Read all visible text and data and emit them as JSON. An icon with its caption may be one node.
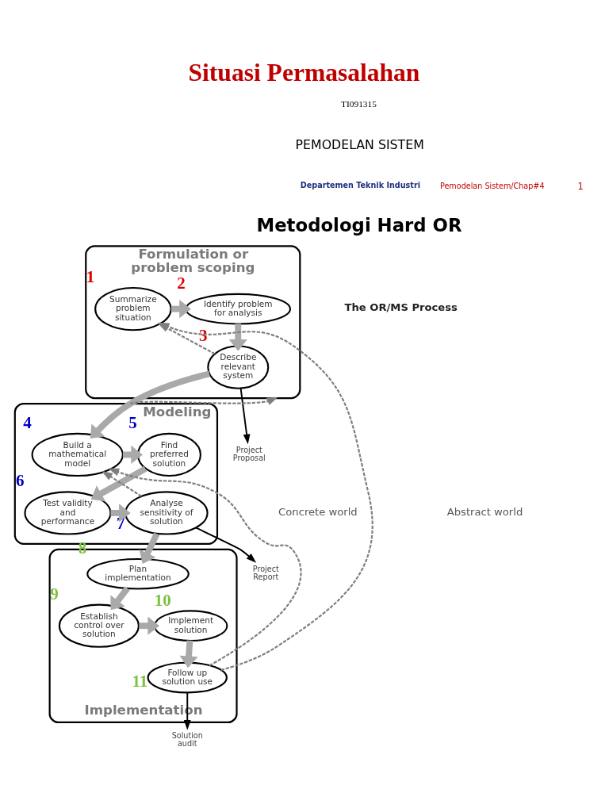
{
  "diagram": {
    "title": "Situasi Permasalahan",
    "nodes": [
      {
        "text": [
          "Formulation or problem scoping"
        ]
      },
      {
        "text": [
          "Summarize problem situation"
        ],
        "in": 0,
        "beside": [
          "1"
        ]
      },
      {
        "text": [
          "Identify problem for analysis"
        ],
        "in": 0,
        "beside": [
          "2"
        ]
      },
      {
        "text": [
          "Describe relevant system"
        ],
        "in": 0,
        "beside": [
          "3"
        ]
      },
      {
        "text": [
          "Modeling"
        ]
      },
      {
        "text": [
          "Build a mathematical model"
        ],
        "in": 4,
        "beside": [
          "4"
        ]
      },
      {
        "text": [
          "Find preferred solution"
        ],
        "in": 4,
        "beside": [
          "5"
        ]
      },
      {
        "text": [
          "Test validity and performance"
        ],
        "in": 4,
        "beside": [
          "6"
        ]
      },
      {
        "text": [
          "Analyse sensitivity of solution"
        ],
        "in": 4,
        "beside": [
          "7"
        ]
      },
      {
        "text": [
          "Implementation"
        ]
      },
      {
        "text": [
          "Plan implementation"
        ],
        "in": 9,
        "beside": [
          "8"
        ]
      },
      {
        "text": [
          "Establish control over solution"
        ],
        "in": 9,
        "beside": [
          "9"
        ]
      },
      {
        "text": [
          "Implement solution"
        ],
        "in": 9,
        "beside": [
          "10"
        ]
      },
      {
        "text": [
          "Follow up solution use"
        ],
        "in": 9,
        "beside": [
          "11"
        ]
      },
      {
        "text": [
          "Project Proposal"
        ]
      },
      {
        "text": [
          "Project Report"
        ]
      },
      {
        "text": [
          "Solution audit"
        ]
      }
    ],
    "edges": [
      {
        "from": 1,
        "to": 2,
        "arrow": "to"
      },
      {
        "from": 2,
        "to": 3,
        "arrow": "to"
      },
      {
        "from": 3,
        "to": 5,
        "arrow": "to"
      },
      {
        "from": 5,
        "to": 6,
        "arrow": "to"
      },
      {
        "from": 6,
        "to": 7,
        "arrow": "to"
      },
      {
        "from": 7,
        "to": 8,
        "arrow": "to"
      },
      {
        "from": 8,
        "to": 10,
        "arrow": "to"
      },
      {
        "from": 10,
        "to": 11,
        "arrow": "to"
      },
      {
        "from": 11,
        "to": 12,
        "arrow": "to"
      },
      {
        "from": 12,
        "to": 13,
        "arrow": "to"
      },
      {
        "from": 3,
        "to": 14,
        "arrow": "to",
        "color": "#000000"
      },
      {
        "from": 8,
        "to": 15,
        "arrow": "to",
        "color": "#000000"
      },
      {
        "from": 13,
        "to": 16,
        "arrow": "to",
        "color": "#000000"
      },
      {
        "from": 3,
        "to": 1,
        "arrow": "to",
        "style": "dashed",
        "color": "#7f7f7f"
      },
      {
        "from": 13,
        "to": 1,
        "arrow": "to",
        "style": "dashed",
        "color": "#7f7f7f"
      },
      {
        "from": 4,
        "to": 0,
        "arrow": "to",
        "style": "dashed",
        "color": "#7f7f7f"
      },
      {
        "from": 13,
        "to": 5,
        "arrow": "to",
        "style": "dashed",
        "color": "#7f7f7f"
      },
      {
        "from": 8,
        "to": 5,
        "arrow": "to",
        "style": "dashed",
        "color": "#7f7f7f"
      }
    ],
    "labels": [
      "TI091315",
      "PEMODELAN SISTEM",
      "Departemen Teknik Industri",
      "Pemodelan Sistem/Chap#4",
      "1",
      "Metodologi Hard OR",
      "The OR/MS Process",
      "Concrete world",
      "Abstract world"
    ]
  }
}
